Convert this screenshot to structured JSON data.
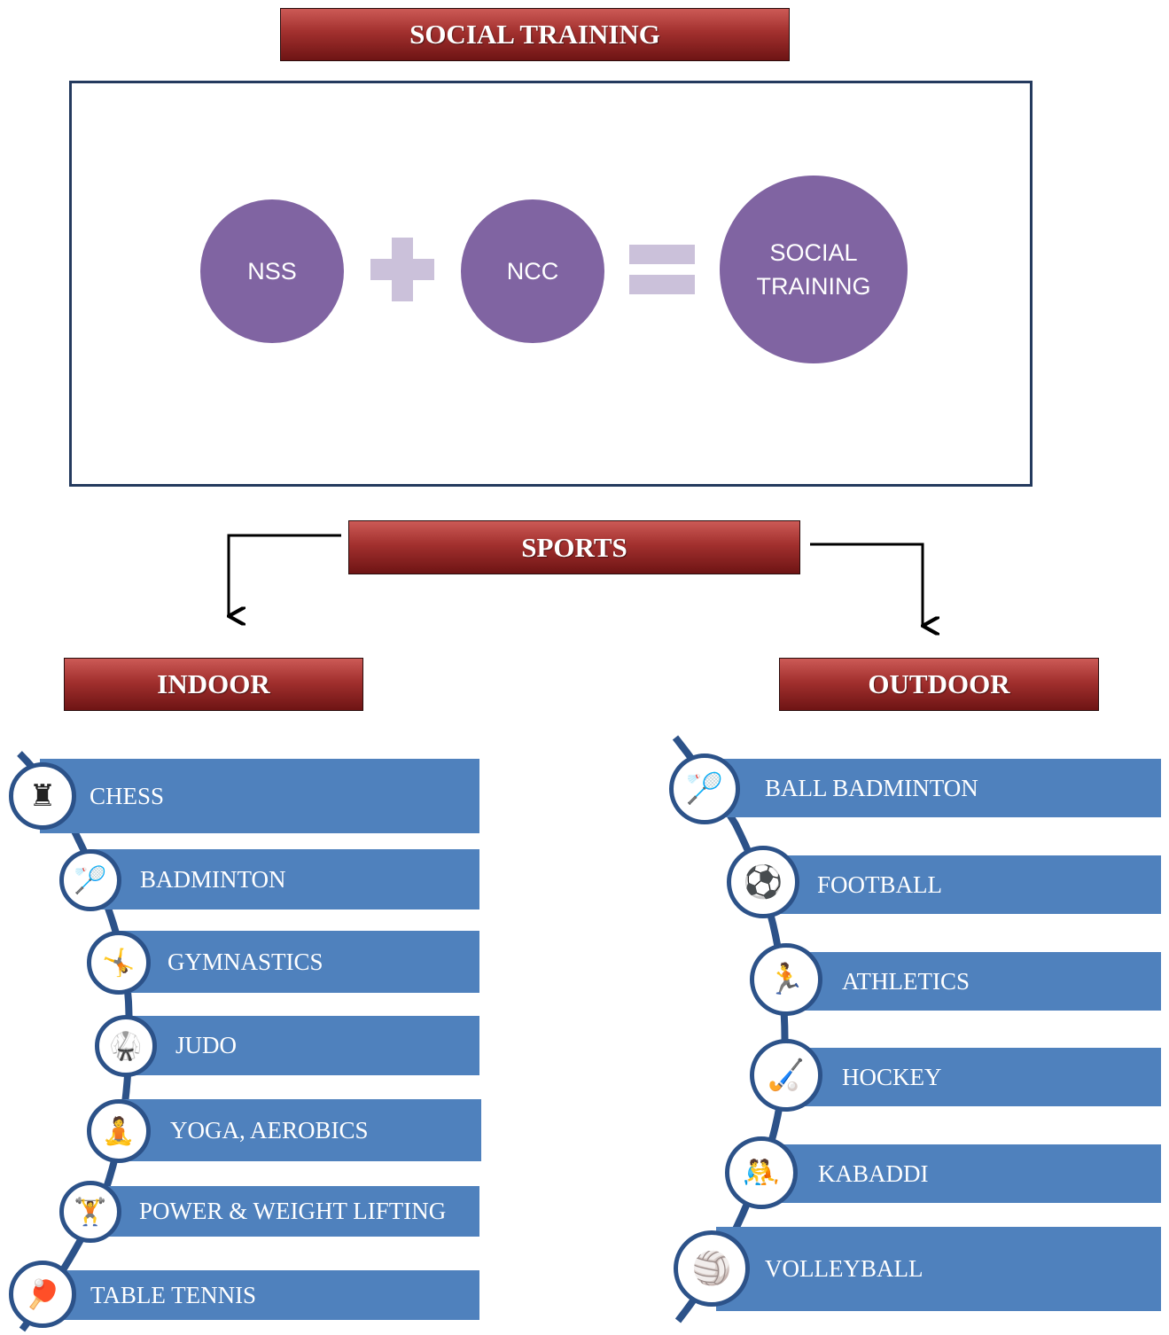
{
  "social_training": {
    "title": "SOCIAL TRAINING",
    "equation": {
      "left": "NSS",
      "operator1": "+",
      "middle": "NCC",
      "operator2": "=",
      "result": "SOCIAL TRAINING"
    }
  },
  "sports": {
    "title": "SPORTS",
    "indoor": {
      "title": "INDOOR",
      "items": [
        {
          "label": "CHESS",
          "icon": "chess-icon"
        },
        {
          "label": "BADMINTON",
          "icon": "badminton-icon"
        },
        {
          "label": "GYMNASTICS",
          "icon": "gymnastics-icon"
        },
        {
          "label": "JUDO",
          "icon": "judo-icon"
        },
        {
          "label": "YOGA, AEROBICS",
          "icon": "yoga-icon"
        },
        {
          "label": "POWER & WEIGHT LIFTING",
          "icon": "weightlifting-icon"
        },
        {
          "label": "TABLE TENNIS",
          "icon": "table-tennis-icon"
        }
      ]
    },
    "outdoor": {
      "title": "OUTDOOR",
      "items": [
        {
          "label": "BALL BADMINTON",
          "icon": "ball-badminton-icon"
        },
        {
          "label": "FOOTBALL",
          "icon": "football-icon"
        },
        {
          "label": "ATHLETICS",
          "icon": "athletics-icon"
        },
        {
          "label": "HOCKEY",
          "icon": "hockey-icon"
        },
        {
          "label": "KABADDI",
          "icon": "kabaddi-icon"
        },
        {
          "label": "VOLLEYBALL",
          "icon": "volleyball-icon"
        }
      ]
    }
  },
  "colors": {
    "banner": "#a2302e",
    "circle": "#8064a2",
    "operator": "#cbc1da",
    "bar": "#4f81bd",
    "ring": "#2c5289"
  }
}
